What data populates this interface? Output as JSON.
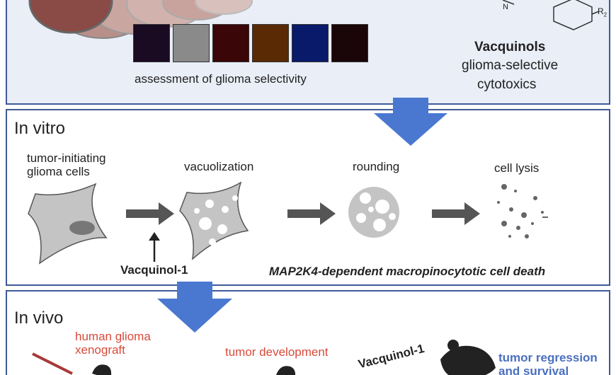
{
  "top": {
    "caption": "assessment of glioma selectivity",
    "compound_name": "Vacquinols",
    "compound_desc_1": "glioma-selective",
    "compound_desc_2": "cytotoxics",
    "r2_label": "R",
    "r2_sub": "2",
    "n_label": "N",
    "micro_colors": [
      "#1a0a22",
      "#8a8a8a",
      "#3a0608",
      "#5a2a05",
      "#0a1a6a",
      "#1a0508"
    ]
  },
  "in_vitro": {
    "title": "In vitro",
    "stage1_line1": "tumor-initiating",
    "stage1_line2": "glioma cells",
    "stage2": "vacuolization",
    "stage3": "rounding",
    "stage4": "cell lysis",
    "compound": "Vacquinol-1",
    "mechanism": "MAP2K4-dependent macropinocytotic cell death"
  },
  "in_vivo": {
    "title": "In vivo",
    "xenograft_line1": "human glioma",
    "xenograft_line2": "xenograft",
    "development": "tumor development",
    "compound": "Vacquinol-1",
    "outcome_line1": "tumor regression",
    "outcome_line2": "and survival"
  },
  "colors": {
    "frame": "#3d5a98",
    "top_bg": "#e9eef7",
    "arrow_blue": "#4a78d0",
    "arrow_dark": "#555555",
    "cell_fill": "#c4c4c4",
    "red_text": "#d94a3a",
    "blue_text": "#4a6fc0"
  }
}
